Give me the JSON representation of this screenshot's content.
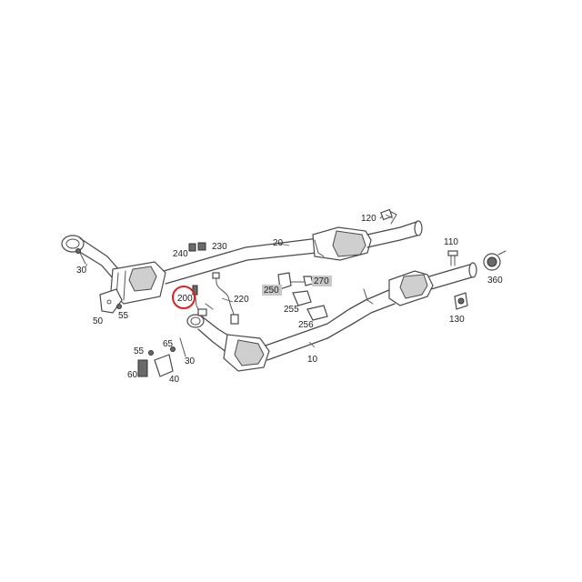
{
  "diagram": {
    "highlight_color": "#e02020",
    "callouts": {
      "c10": "10",
      "c20": "20",
      "c30a": "30",
      "c30b": "30",
      "c40": "40",
      "c50": "50",
      "c55a": "55",
      "c55b": "55",
      "c60": "60",
      "c65": "65",
      "c110": "110",
      "c120": "120",
      "c130": "130",
      "c200": "200",
      "c220": "220",
      "c230": "230",
      "c240": "240",
      "c250": "250",
      "c255": "255",
      "c256": "256",
      "c270": "270",
      "c360": "360"
    }
  }
}
